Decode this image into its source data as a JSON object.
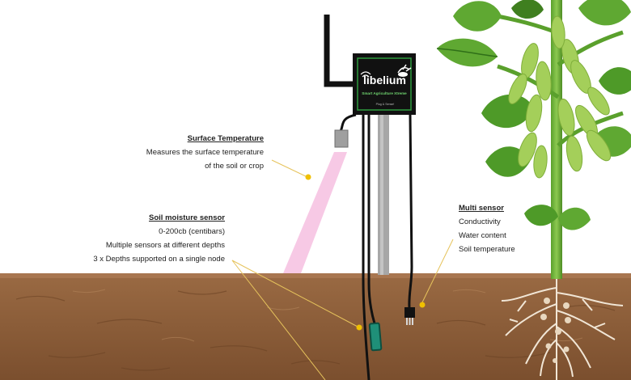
{
  "device": {
    "brand": "libelium",
    "subtitle": "Smart Agriculture Xtreme",
    "badge": "Plug & Sense!"
  },
  "callouts": {
    "surface": {
      "title": "Surface Temperature",
      "lines": [
        "Measures the surface temperature",
        "of the soil or crop"
      ]
    },
    "soil": {
      "title": "Soil moisture sensor",
      "lines": [
        "0-200cb (centibars)",
        "Multiple sensors at different depths",
        "3 x Depths supported on a single node"
      ]
    },
    "multi": {
      "title": "Multi sensor",
      "lines": [
        "Conductivity",
        "Water content",
        "Soil temperature"
      ]
    }
  },
  "colors": {
    "soil": "#8a5a35",
    "soil_dark": "#6e4526",
    "leaf": "#6fb33a",
    "leaf_dark": "#3f7f1f",
    "pod": "#9ccc52",
    "callout_dot": "#f0c000",
    "beam": "#f4bfe0",
    "device_border": "#2e9a3e",
    "probe": "#1f8f78"
  },
  "icons": {
    "logo": "libelium-bee-icon",
    "wifi": "wifi-icon"
  }
}
